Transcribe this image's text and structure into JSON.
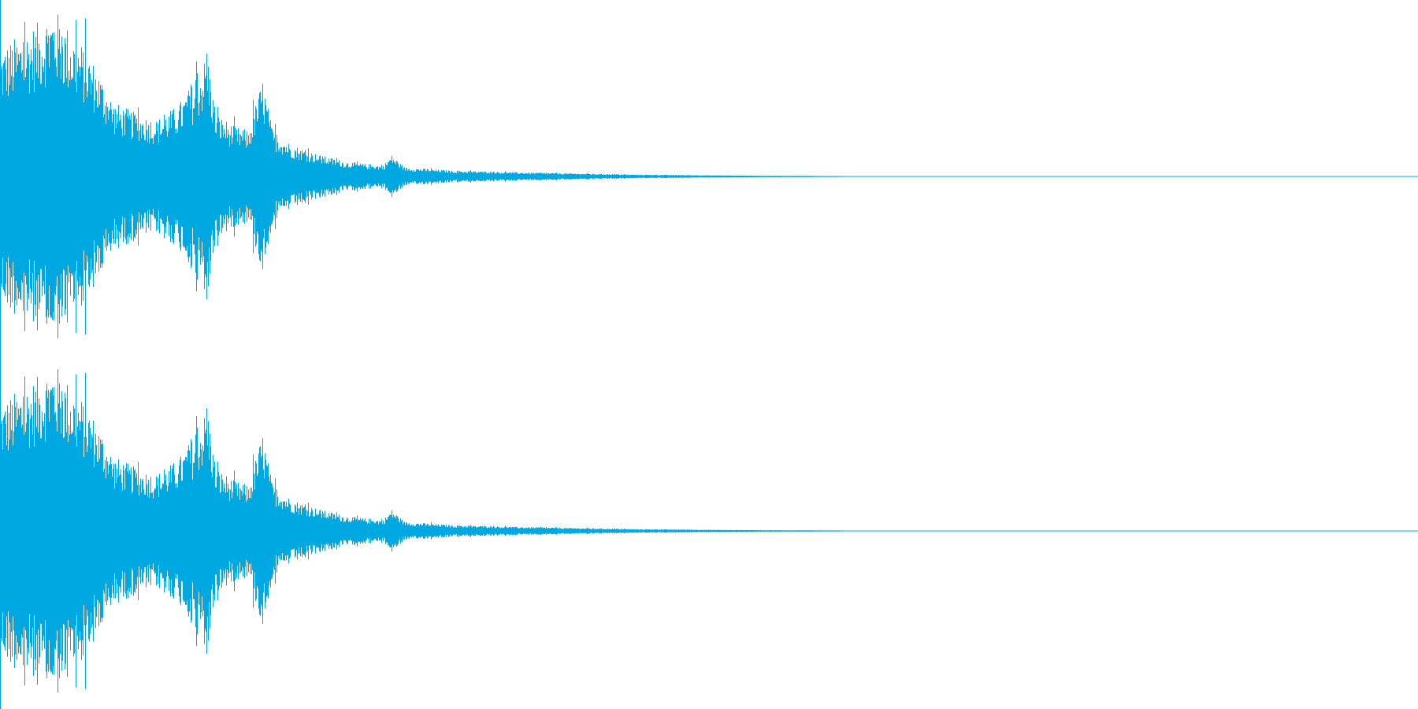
{
  "waveform": {
    "channel_count": 2,
    "color": "#00A8E1",
    "background": "#FFFFFF",
    "envelope": [
      {
        "t": 0.0,
        "a": 0.72
      },
      {
        "t": 0.01,
        "a": 0.78
      },
      {
        "t": 0.025,
        "a": 0.86
      },
      {
        "t": 0.038,
        "a": 0.95
      },
      {
        "t": 0.05,
        "a": 0.82
      },
      {
        "t": 0.062,
        "a": 0.7
      },
      {
        "t": 0.072,
        "a": 0.55
      },
      {
        "t": 0.08,
        "a": 0.42
      },
      {
        "t": 0.095,
        "a": 0.36
      },
      {
        "t": 0.11,
        "a": 0.32
      },
      {
        "t": 0.125,
        "a": 0.4
      },
      {
        "t": 0.138,
        "a": 0.55
      },
      {
        "t": 0.146,
        "a": 0.7
      },
      {
        "t": 0.152,
        "a": 0.36
      },
      {
        "t": 0.165,
        "a": 0.28
      },
      {
        "t": 0.175,
        "a": 0.26
      },
      {
        "t": 0.185,
        "a": 0.55
      },
      {
        "t": 0.192,
        "a": 0.26
      },
      {
        "t": 0.205,
        "a": 0.18
      },
      {
        "t": 0.225,
        "a": 0.12
      },
      {
        "t": 0.245,
        "a": 0.08
      },
      {
        "t": 0.27,
        "a": 0.06
      },
      {
        "t": 0.276,
        "a": 0.12
      },
      {
        "t": 0.285,
        "a": 0.05
      },
      {
        "t": 0.32,
        "a": 0.03
      },
      {
        "t": 0.37,
        "a": 0.02
      },
      {
        "t": 0.45,
        "a": 0.008
      },
      {
        "t": 0.52,
        "a": 0.003
      },
      {
        "t": 0.6,
        "a": 0.0
      },
      {
        "t": 1.0,
        "a": 0.0
      }
    ]
  }
}
